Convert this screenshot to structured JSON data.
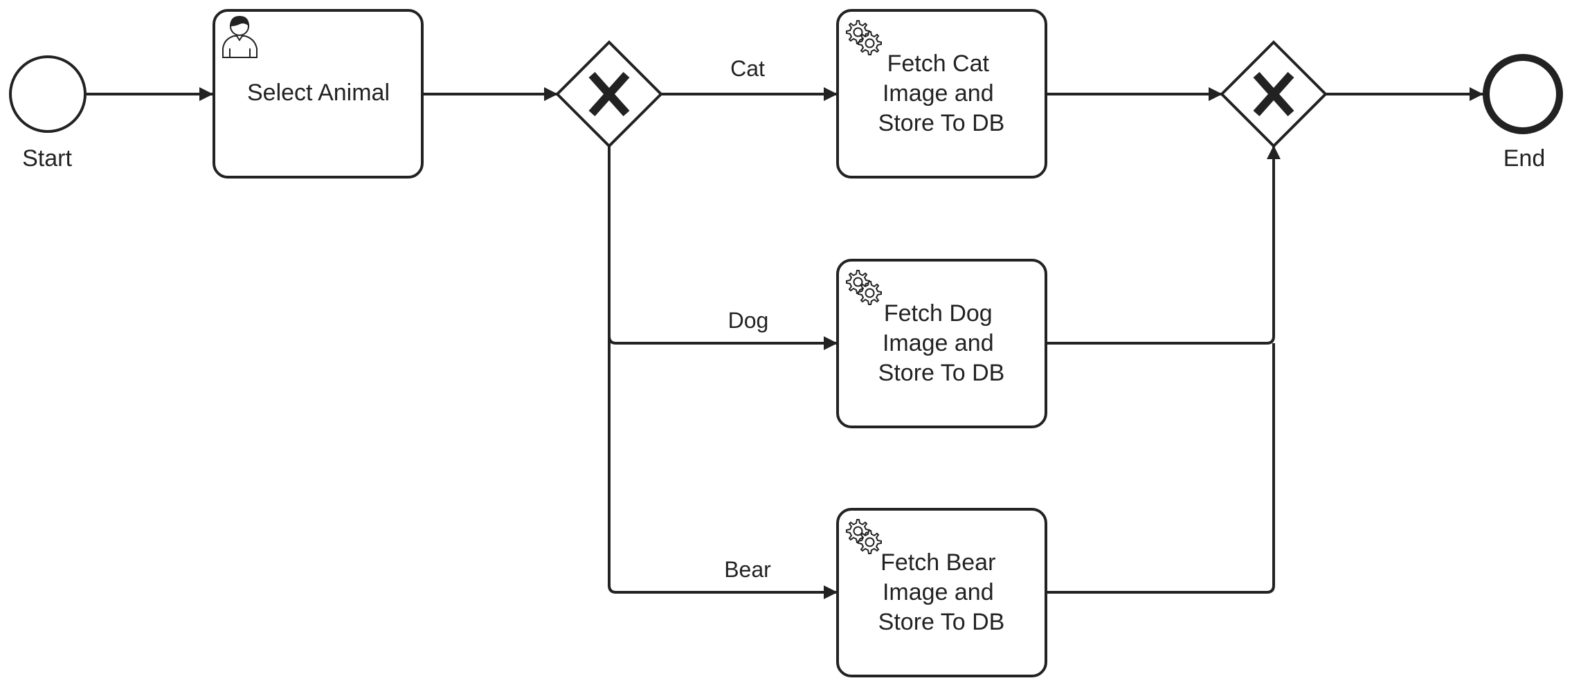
{
  "diagram": {
    "start_event": {
      "label": "Start"
    },
    "end_event": {
      "label": "End"
    },
    "user_task": {
      "label": "Select Animal",
      "icon": "user-icon"
    },
    "split_gateway": {
      "type": "exclusive",
      "marker": "X"
    },
    "merge_gateway": {
      "type": "exclusive",
      "marker": "X"
    },
    "flow_labels": {
      "cat": "Cat",
      "dog": "Dog",
      "bear": "Bear"
    },
    "service_tasks": {
      "cat": {
        "line1": "Fetch Cat",
        "line2": "Image and",
        "line3": "Store To DB",
        "icon": "gears-icon"
      },
      "dog": {
        "line1": "Fetch Dog",
        "line2": "Image and",
        "line3": "Store To DB",
        "icon": "gears-icon"
      },
      "bear": {
        "line1": "Fetch Bear",
        "line2": "Image and",
        "line3": "Store To DB",
        "icon": "gears-icon"
      }
    },
    "colors": {
      "stroke": "#222222",
      "fill": "#ffffff"
    }
  }
}
